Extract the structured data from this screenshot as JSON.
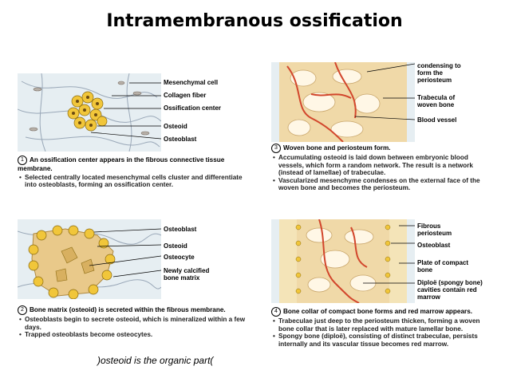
{
  "title": "Intramembranous ossification",
  "panels": [
    {
      "number": "1",
      "labels": [
        "Mesenchymal cell",
        "Collagen fiber",
        "Ossification center",
        "Osteoid",
        "Osteoblast"
      ],
      "heading": "An ossification center appears in the fibrous connective tissue membrane.",
      "bullets": [
        "Selected centrally located mesenchymal cells cluster and differentiate into osteoblasts, forming an ossification center."
      ]
    },
    {
      "number": "2",
      "labels": [
        "Osteoblast",
        "Osteoid",
        "Osteocyte",
        "Newly calcified bone matrix"
      ],
      "heading": "Bone matrix (osteoid) is secreted within the fibrous membrane.",
      "bullets": [
        "Osteoblasts begin to secrete osteoid, which is mineralized within a few days.",
        "Trapped osteoblasts become osteocytes."
      ]
    },
    {
      "number": "3",
      "labels": [
        "condensing to form the periosteum",
        "Trabecula of woven bone",
        "Blood vessel"
      ],
      "heading": "Woven bone and periosteum form.",
      "bullets": [
        "Accumulating osteoid is laid down between embryonic blood vessels, which form a random network. The result is a network (instead of lamellae) of trabeculae.",
        "Vascularized mesenchyme condenses on the external face of the woven bone and becomes the periosteum."
      ]
    },
    {
      "number": "4",
      "labels": [
        "Fibrous periosteum",
        "Osteoblast",
        "Plate of compact bone",
        "Diploë (spongy bone) cavities contain red marrow"
      ],
      "heading": "Bone collar of compact bone forms and red marrow appears.",
      "bullets": [
        "Trabeculae just deep to the periosteum thicken, forming a woven bone collar that is later replaced with mature lamellar bone.",
        "Spongy bone (diploë), consisting of distinct trabeculae, persists internally and its vascular tissue becomes red marrow."
      ]
    }
  ],
  "note": ")osteoid is the organic part("
}
